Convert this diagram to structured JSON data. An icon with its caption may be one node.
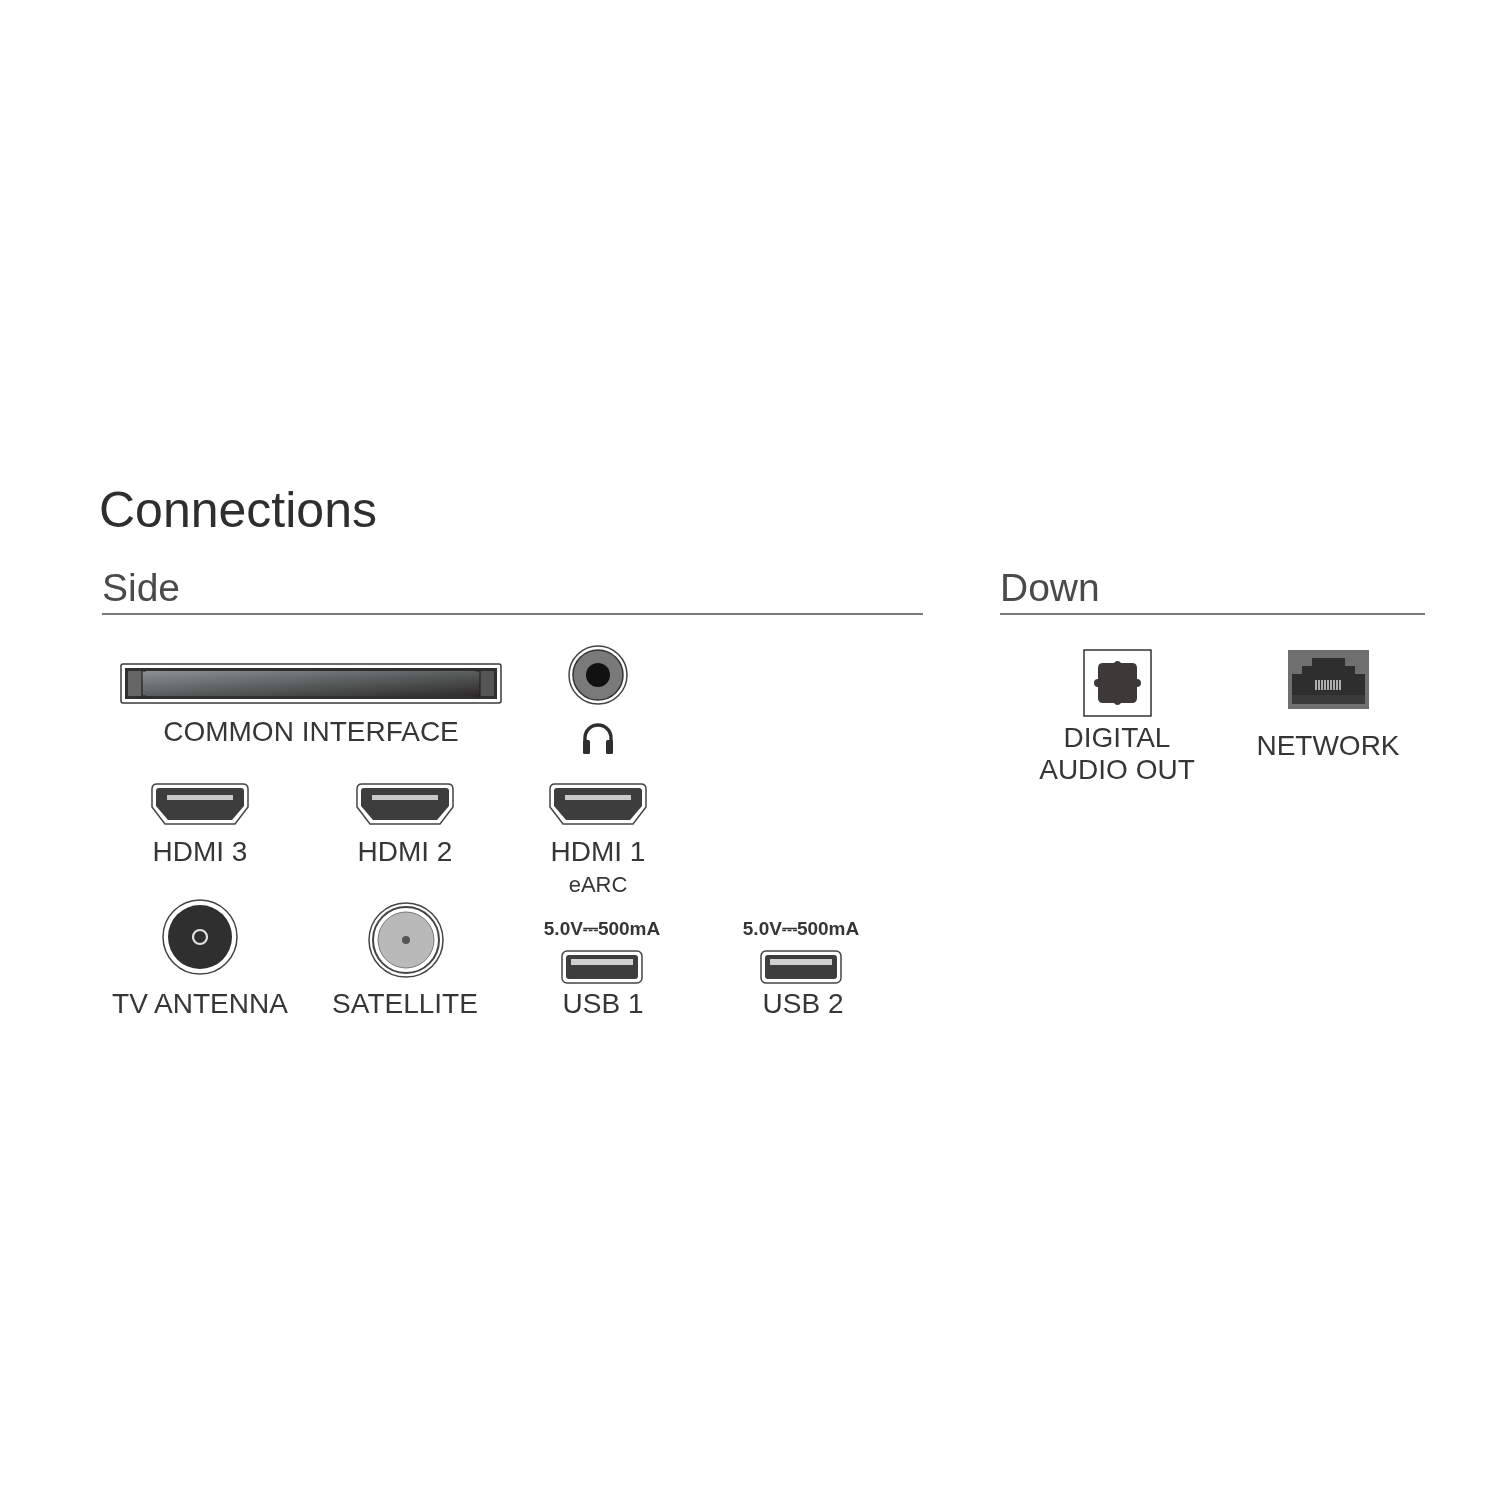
{
  "diagram": {
    "title": "Connections",
    "labels": [
      "Side",
      "COMMON INTERFACE",
      "HDMI 3",
      "HDMI 2",
      "HDMI 1",
      "eARC",
      "5.0V⎓500mA",
      "5.0V⎓500mA",
      "TV ANTENNA",
      "SATELLITE",
      "USB 1",
      "USB 2",
      "Down",
      "DIGITAL AUDIO OUT",
      "NETWORK"
    ]
  }
}
